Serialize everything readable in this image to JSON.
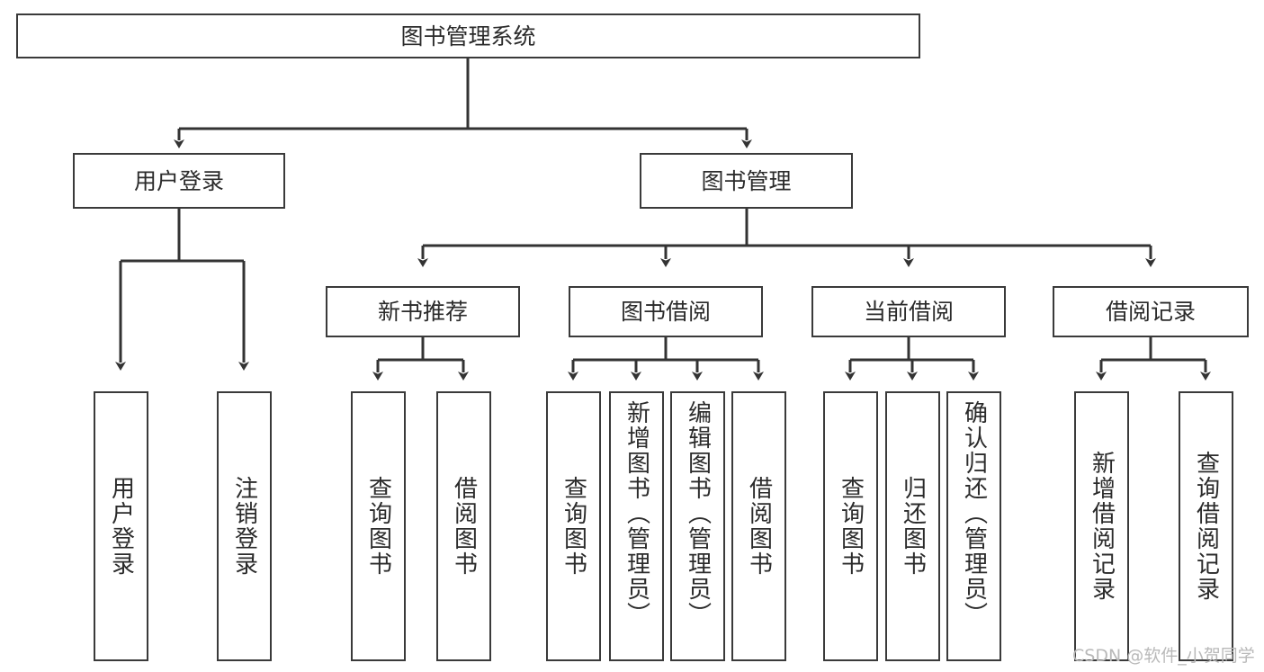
{
  "diagram": {
    "title": "图书管理系统",
    "type": "tree-hierarchy-chart",
    "root": {
      "id": "root",
      "label": "图书管理系统"
    },
    "level2": [
      {
        "id": "user-login",
        "label": "用户登录"
      },
      {
        "id": "book-manage",
        "label": "图书管理"
      }
    ],
    "level3": [
      {
        "id": "new-book-rec",
        "label": "新书推荐",
        "parent": "book-manage"
      },
      {
        "id": "book-borrow",
        "label": "图书借阅",
        "parent": "book-manage"
      },
      {
        "id": "current-borrow",
        "label": "当前借阅",
        "parent": "book-manage"
      },
      {
        "id": "borrow-record",
        "label": "借阅记录",
        "parent": "book-manage"
      }
    ],
    "leaves": [
      {
        "id": "leaf-user-login",
        "label": "用户登录",
        "parent": "user-login"
      },
      {
        "id": "leaf-logout",
        "label": "注销登录",
        "parent": "user-login"
      },
      {
        "id": "leaf-query-book-1",
        "label": "查询图书",
        "parent": "new-book-rec"
      },
      {
        "id": "leaf-borrow-book-1",
        "label": "借阅图书",
        "parent": "new-book-rec"
      },
      {
        "id": "leaf-query-book-2",
        "label": "查询图书",
        "parent": "book-borrow"
      },
      {
        "id": "leaf-add-book",
        "label": "新增图书（管理员）",
        "parent": "book-borrow"
      },
      {
        "id": "leaf-edit-book",
        "label": "编辑图书（管理员）",
        "parent": "book-borrow"
      },
      {
        "id": "leaf-borrow-book-2",
        "label": "借阅图书",
        "parent": "book-borrow"
      },
      {
        "id": "leaf-query-book-3",
        "label": "查询图书",
        "parent": "current-borrow"
      },
      {
        "id": "leaf-return-book",
        "label": "归还图书",
        "parent": "current-borrow"
      },
      {
        "id": "leaf-confirm-return",
        "label": "确认归还（管理员）",
        "parent": "current-borrow"
      },
      {
        "id": "leaf-add-record",
        "label": "新增借阅记录",
        "parent": "borrow-record"
      },
      {
        "id": "leaf-query-record",
        "label": "查询借阅记录",
        "parent": "borrow-record"
      }
    ],
    "colors": {
      "node_border": "#3a3a3a",
      "node_fill": "#ffffff",
      "edge": "#333333",
      "text": "#2b2b2b",
      "watermark": "#b9b9b9"
    }
  },
  "watermark": {
    "text": "CSDN @软件_小贺同学"
  }
}
